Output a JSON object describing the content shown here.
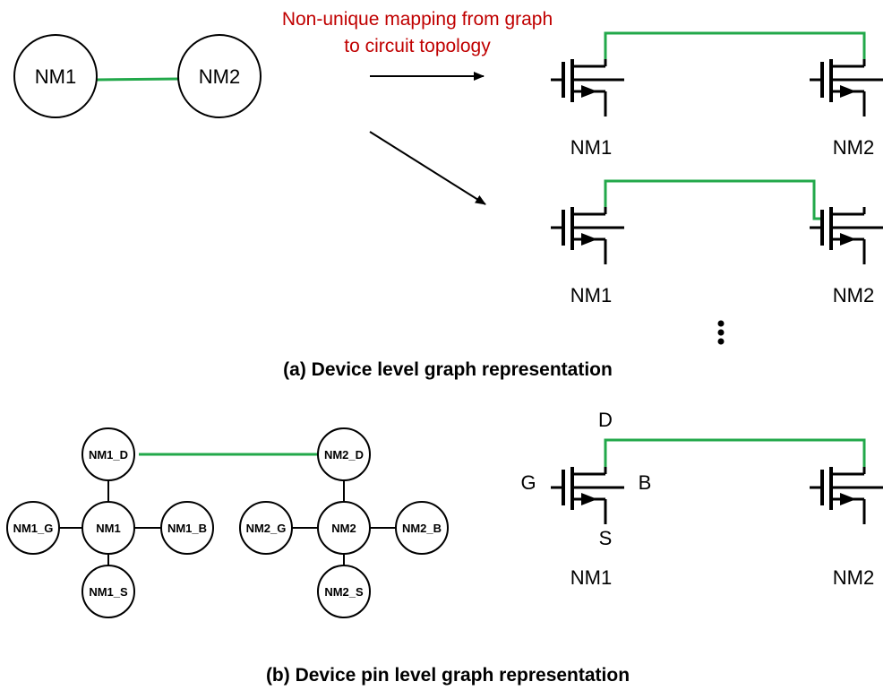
{
  "colors": {
    "edge_highlight": "#22a84a",
    "annotation": "#c00000",
    "stroke": "#000000"
  },
  "panel_a": {
    "graph": {
      "node_1": "NM1",
      "node_2": "NM2"
    },
    "annotation": {
      "line1": "Non-unique mapping from graph",
      "line2": "to circuit topology"
    },
    "mapping_1": {
      "left_label": "NM1",
      "right_label": "NM2"
    },
    "mapping_2": {
      "left_label": "NM1",
      "right_label": "NM2"
    },
    "caption": "(a) Device level graph representation"
  },
  "panel_b": {
    "graph": {
      "nm1": {
        "center": "NM1",
        "drain": "NM1_D",
        "gate": "NM1_G",
        "bulk": "NM1_B",
        "source": "NM1_S"
      },
      "nm2": {
        "center": "NM2",
        "drain": "NM2_D",
        "gate": "NM2_G",
        "bulk": "NM2_B",
        "source": "NM2_S"
      }
    },
    "circuit": {
      "pin_d": "D",
      "pin_g": "G",
      "pin_b": "B",
      "pin_s": "S",
      "left_label": "NM1",
      "right_label": "NM2"
    },
    "caption": "(b) Device pin level graph representation"
  }
}
